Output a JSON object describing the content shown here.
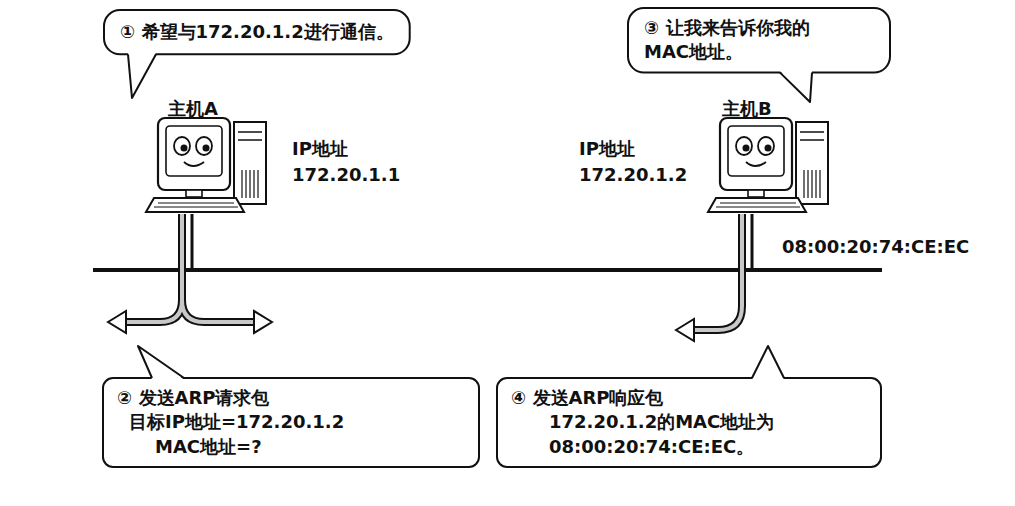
{
  "diagram": {
    "nodes": [
      {
        "text": [
          "① 希望与172.20.1.2进行通信。"
        ]
      },
      {
        "text": [
          "③ 让我来告诉你我的 MAC地址。"
        ]
      },
      {
        "text": [
          "② 发送ARP请求包",
          "目标IP地址=172.20.1.2",
          "MAC地址=?"
        ]
      },
      {
        "text": [
          "④ 发送ARP响应包",
          "172.20.1.2的MAC地址为 08:00:20:74:CE:EC。"
        ]
      }
    ],
    "labels": [
      "主机A",
      "IP地址 172.20.1.1",
      "主机B",
      "IP地址 172.20.1.2",
      "08:00:20:74:CE:EC"
    ]
  }
}
